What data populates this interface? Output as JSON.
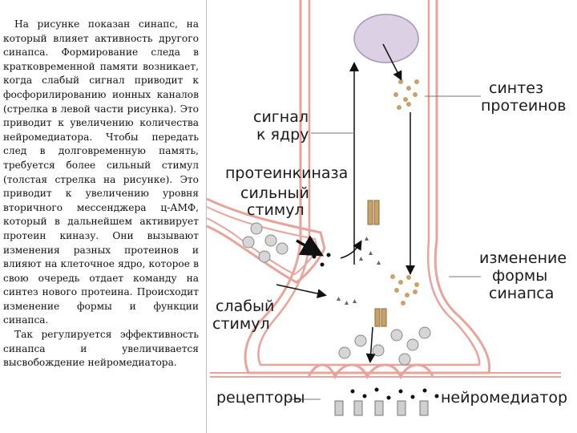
{
  "description_paragraphs": [
    "На рисунке показан синапс, на который влияет активность другого синапса. Формирование следа в кратковременной памяти возникает, когда слабый сигнал приводит к фосфорилированию ионных каналов (стрелка в левой части рисунка). Это приводит к увеличению количества нейромедиатора. Чтобы передать след в долговременную память, требуется более сильный стимул (толстая стрелка на рисунке). Это приводит к увеличению уровня вторичного мессенджера ц-АМФ, который в дальнейшем активирует протеин киназу. Они вызывают изменения разных протеинов и влияют на клеточное ядро, которое в свою очередь отдает команду на синтез нового протеина. Происходит изменение формы и функции синапса.",
    "Так регулируется эффективность синапса и увеличивается высвобождение нейромедиатора."
  ],
  "labels": {
    "protein_synthesis": [
      "синтез",
      "протеинов"
    ],
    "signal_to_nucleus": [
      "сигнал",
      "к ядру"
    ],
    "protein_kinase": "протеинкиназа",
    "strong_stimulus": [
      "сильный",
      "стимул"
    ],
    "shape_change": [
      "изменение",
      "формы",
      "синапса"
    ],
    "weak_stimulus": [
      "слабый",
      "стимул"
    ],
    "receptors": "рецепторы",
    "neurotransmitter": "нейромедиатор"
  },
  "colors": {
    "membrane": "#e8a49a",
    "nucleus": "#dcd0e4",
    "vesicle": "#c9c9c9",
    "protein": "#c9a26a"
  }
}
